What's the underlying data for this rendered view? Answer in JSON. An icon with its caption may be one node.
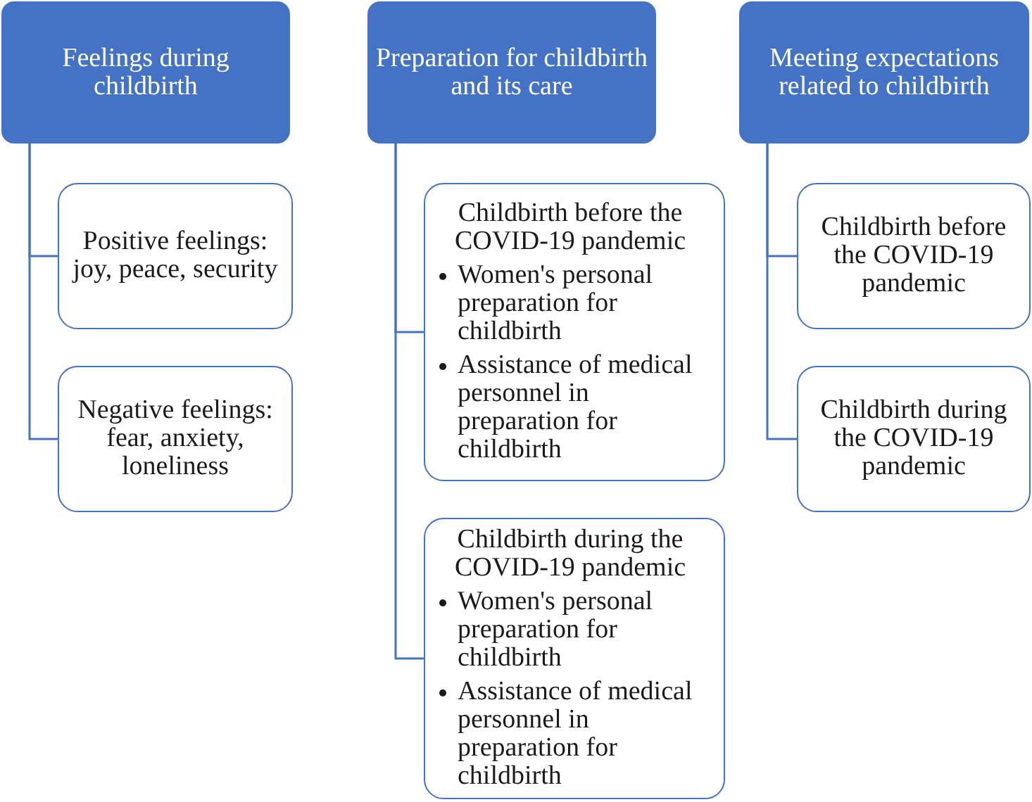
{
  "diagram": {
    "nodes": [
      {
        "text": [
          "Feelings during childbirth"
        ]
      },
      {
        "text": [
          "Positive feelings: joy, peace, security"
        ]
      },
      {
        "text": [
          "Negative feelings: fear, anxiety, loneliness"
        ]
      },
      {
        "text": [
          "Preparation for childbirth and its care"
        ]
      },
      {
        "text": [
          "Childbirth before the COVID-19 pandemic",
          "Women's personal preparation for childbirth",
          "Assistance of medical personnel in preparation for childbirth"
        ]
      },
      {
        "text": [
          "Childbirth during the COVID-19 pandemic",
          "Women's personal preparation for childbirth",
          "Assistance of medical personnel in preparation for childbirth"
        ]
      },
      {
        "text": [
          "Meeting expectations related to childbirth"
        ]
      },
      {
        "text": [
          "Childbirth before the COVID-19 pandemic"
        ]
      },
      {
        "text": [
          "Childbirth during the COVID-19 pandemic"
        ]
      }
    ],
    "edges": [
      {
        "from": 0,
        "to": 1,
        "arrow": "none"
      },
      {
        "from": 0,
        "to": 2,
        "arrow": "none"
      },
      {
        "from": 3,
        "to": 4,
        "arrow": "none"
      },
      {
        "from": 3,
        "to": 5,
        "arrow": "none"
      },
      {
        "from": 6,
        "to": 7,
        "arrow": "none"
      },
      {
        "from": 6,
        "to": 8,
        "arrow": "none"
      }
    ]
  }
}
